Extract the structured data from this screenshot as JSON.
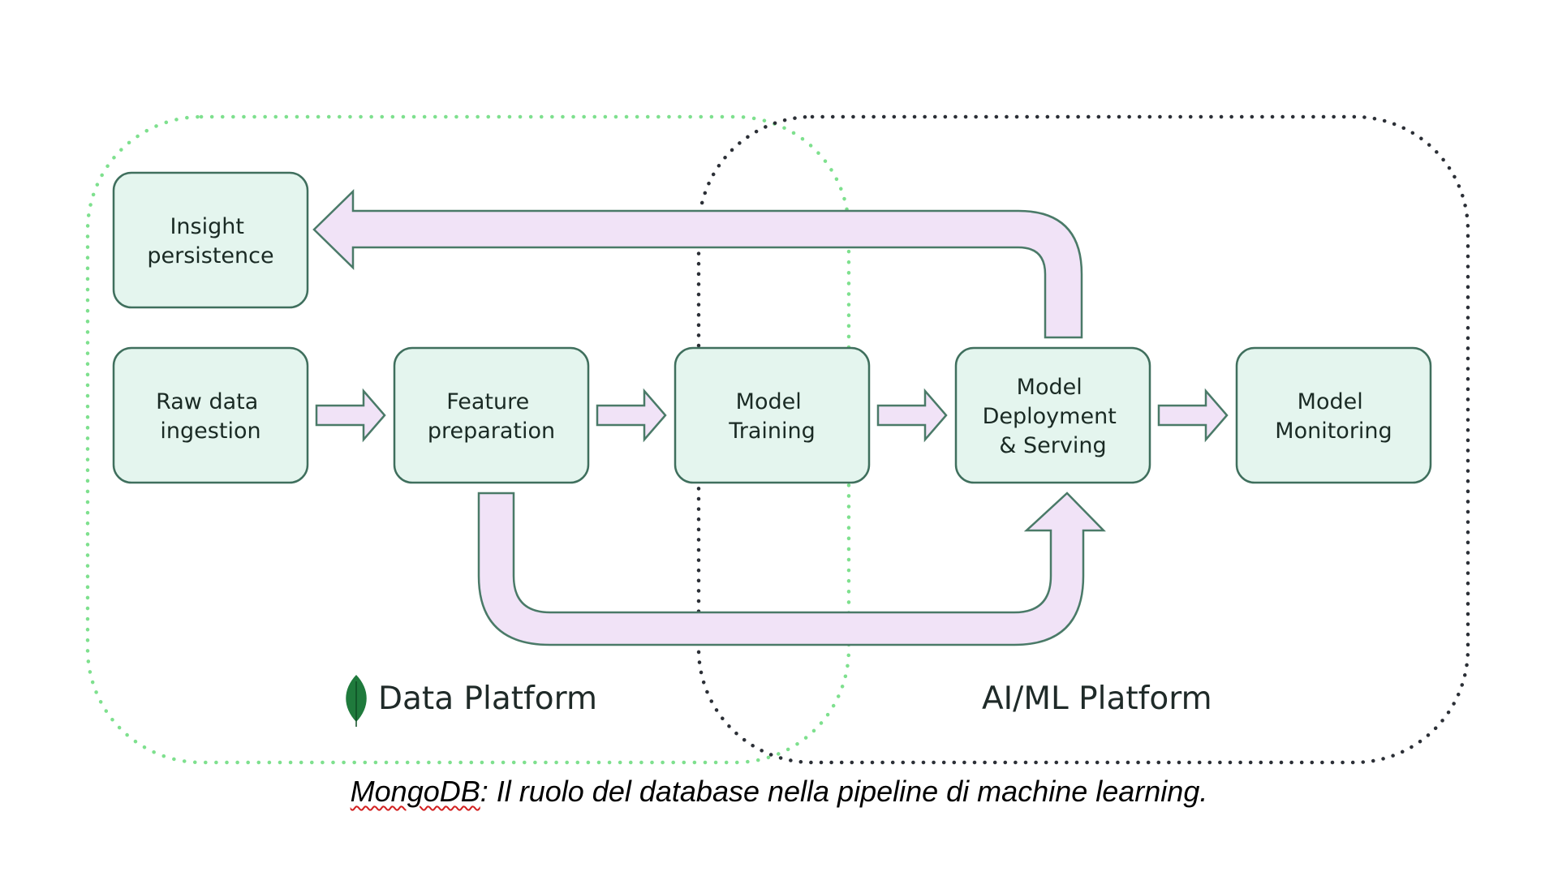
{
  "diagram": {
    "nodes": {
      "insight_persistence": [
        "Insight",
        "persistence"
      ],
      "raw_data_ingestion": [
        "Raw data",
        "ingestion"
      ],
      "feature_preparation": [
        "Feature",
        "preparation"
      ],
      "model_training": [
        "Model",
        "Training"
      ],
      "model_deployment": [
        "Model",
        "Deployment",
        "& Serving"
      ],
      "model_monitoring": [
        "Model",
        "Monitoring"
      ]
    },
    "edges": [
      {
        "from": "raw_data_ingestion",
        "to": "feature_preparation"
      },
      {
        "from": "feature_preparation",
        "to": "model_training"
      },
      {
        "from": "model_training",
        "to": "model_deployment"
      },
      {
        "from": "model_deployment",
        "to": "model_monitoring"
      },
      {
        "from": "model_deployment",
        "to": "insight_persistence"
      },
      {
        "from": "feature_preparation",
        "to": "model_deployment"
      }
    ],
    "regions": {
      "data_platform": "Data Platform",
      "ai_ml_platform": "AI/ML Platform"
    },
    "colors": {
      "box_fill": "#e4f5ee",
      "box_stroke": "#3f6f5d",
      "arrow_fill": "#f1e3f7",
      "data_platform_border": "#7ee08e",
      "ai_ml_platform_border": "#2b2f36",
      "leaf": "#1f7a3c"
    },
    "icons": {
      "data_platform_logo": "mongodb-leaf-icon"
    }
  },
  "caption": {
    "brand": "MongoDB",
    "text": ": Il ruolo del database nella pipeline di machine learning."
  }
}
